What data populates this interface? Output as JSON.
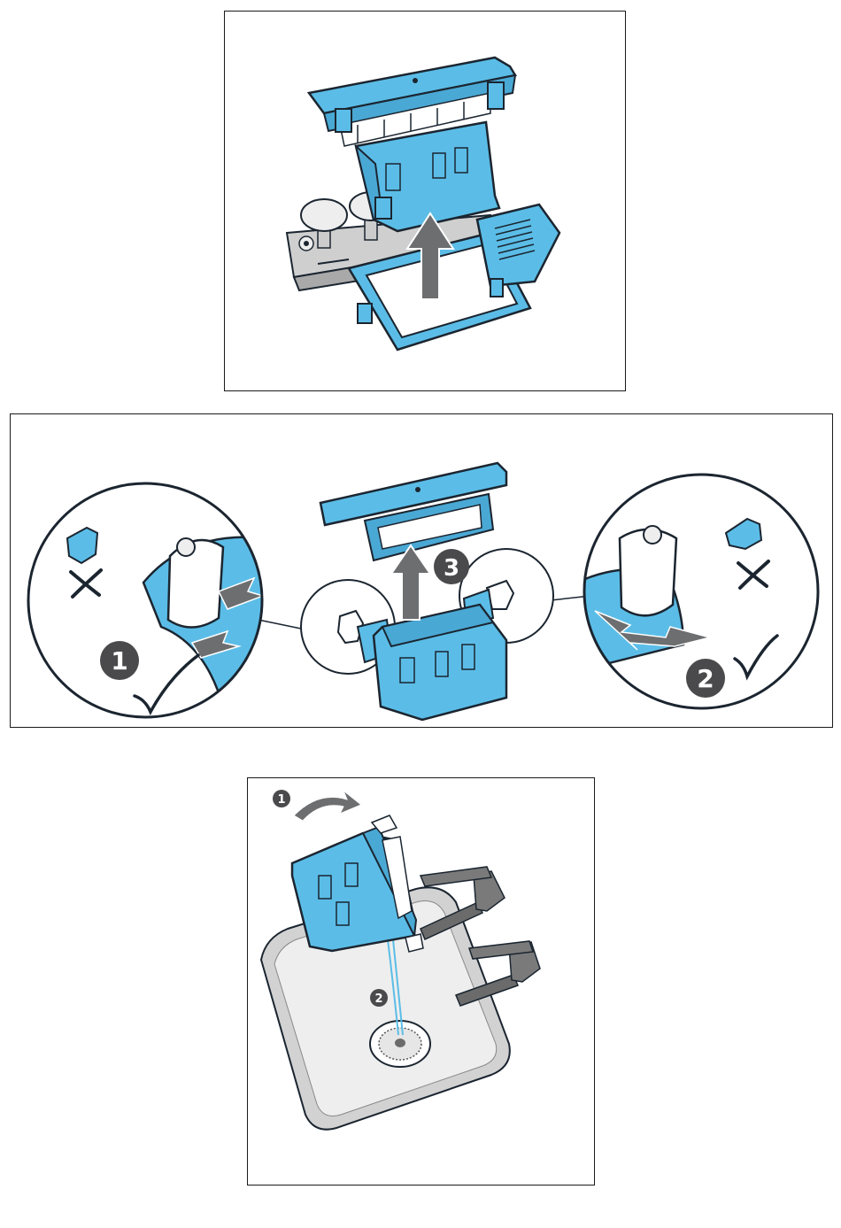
{
  "steps": {
    "panel2_markers": [
      "1",
      "2",
      "3"
    ],
    "panel3_markers": [
      "1",
      "2"
    ]
  },
  "colors": {
    "part_blue": "#5bbde7",
    "part_outline": "#1b2530",
    "arrow_grey": "#6d6e70",
    "badge_grey": "#4a4a4c",
    "metal_grey": "#c9c9c9",
    "sink_grey": "#e4e4e4",
    "tap_grey": "#6b6b6b"
  },
  "icons": {
    "wrong": "cross-icon",
    "right": "check-icon",
    "direction": "arrow-up-icon"
  }
}
